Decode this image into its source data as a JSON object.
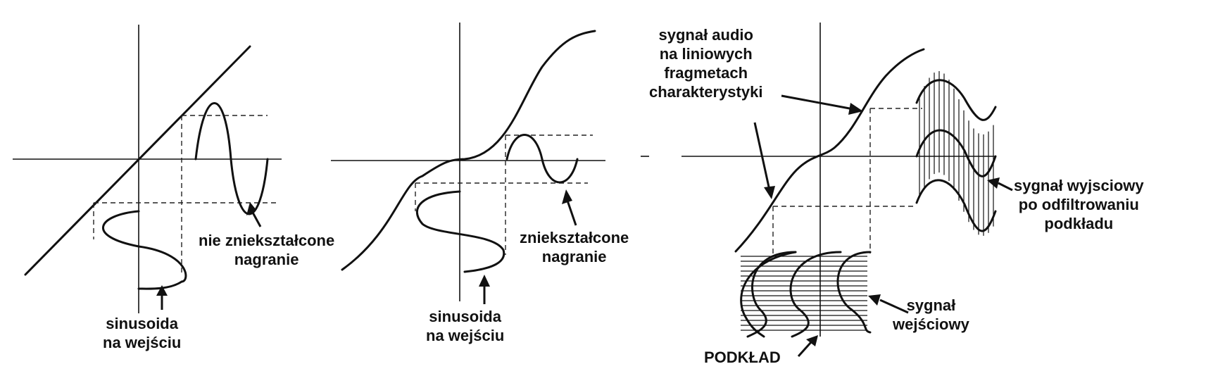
{
  "panels": [
    {
      "id": "linear",
      "input_label": [
        "sinusoida",
        "na wejściu"
      ],
      "output_label": [
        "nie zniekształcone",
        "nagranie"
      ]
    },
    {
      "id": "nonlinear",
      "input_label": [
        "sinusoida",
        "na wejściu"
      ],
      "output_label": [
        "zniekształcone",
        "nagranie"
      ]
    },
    {
      "id": "bias",
      "curve_label": [
        "sygnał audio",
        "na liniowych",
        "fragmetach",
        "charakterystyki"
      ],
      "output_label": [
        "sygnał wyjsciowy",
        "po odfiltrowaniu",
        "podkładu"
      ],
      "input_label": [
        "sygnał",
        "wejściowy"
      ],
      "bias_label": "PODKŁAD"
    }
  ]
}
